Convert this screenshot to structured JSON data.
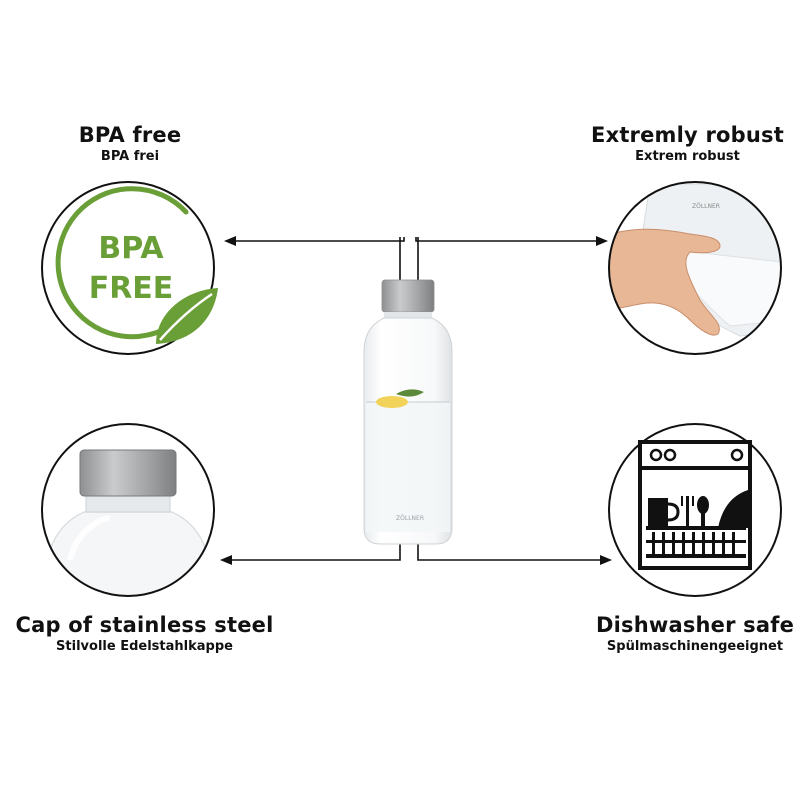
{
  "features": {
    "bpa": {
      "title": "BPA free",
      "subtitle": "BPA frei",
      "badge_line1": "BPA",
      "badge_line2": "FREE"
    },
    "robust": {
      "title": "Extremly robust",
      "subtitle": "Extrem robust"
    },
    "cap": {
      "title": "Cap of stainless steel",
      "subtitle": "Stilvolle Edelstahlkappe"
    },
    "dishwasher": {
      "title": "Dishwasher safe",
      "subtitle": "Spülmaschinengeeignet"
    }
  },
  "colors": {
    "badge_green": "#6a9f38",
    "line": "#111111",
    "steel": "#a7a9ab"
  }
}
